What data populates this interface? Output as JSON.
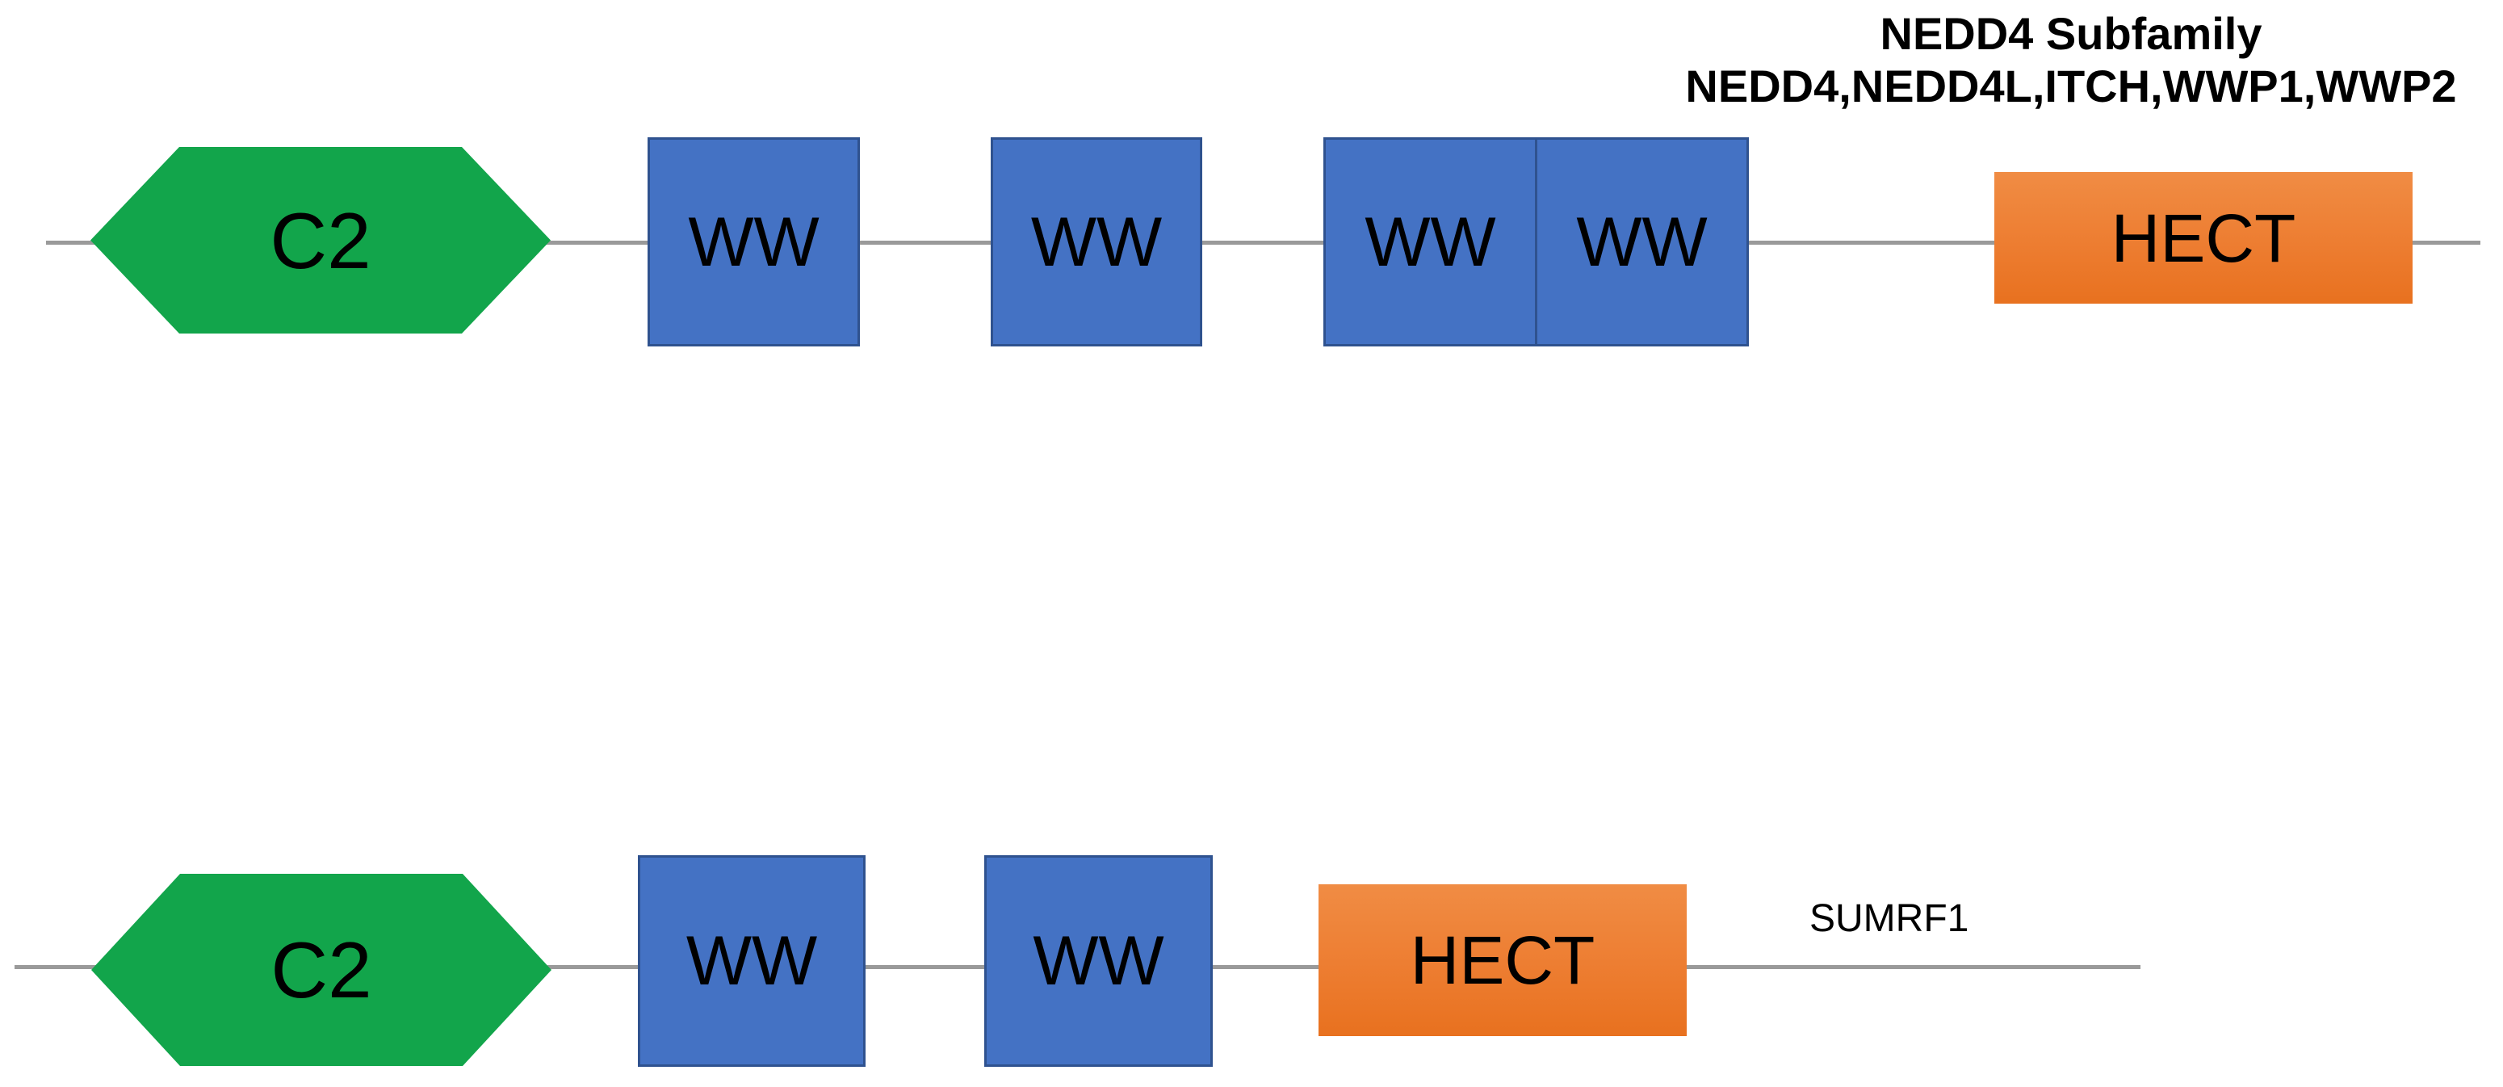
{
  "diagram": {
    "title_block": {
      "subfamily_name": "NEDD4 Subfamily",
      "members": "NEDD4,NEDD4L,ITCH,WWP1,WWP2"
    },
    "rows": [
      {
        "id": "nedd4-subfamily",
        "domains": [
          {
            "name": "C2",
            "label": "C2",
            "shape": "hexagon",
            "color": "#12A54B"
          },
          {
            "name": "WW1",
            "label": "WW",
            "shape": "rectangle",
            "color": "#4472C4"
          },
          {
            "name": "WW2",
            "label": "WW",
            "shape": "rectangle",
            "color": "#4472C4"
          },
          {
            "name": "WW3",
            "label": "WW",
            "shape": "rectangle",
            "color": "#4472C4"
          },
          {
            "name": "WW4",
            "label": "WW",
            "shape": "rectangle",
            "color": "#4472C4"
          },
          {
            "name": "HECT",
            "label": "HECT",
            "shape": "rectangle",
            "color": "#ED7D31"
          }
        ]
      },
      {
        "id": "sumrf1",
        "protein_label": "SUMRF1",
        "domains": [
          {
            "name": "C2",
            "label": "C2",
            "shape": "hexagon",
            "color": "#12A54B"
          },
          {
            "name": "WW1",
            "label": "WW",
            "shape": "rectangle",
            "color": "#4472C4"
          },
          {
            "name": "WW2",
            "label": "WW",
            "shape": "rectangle",
            "color": "#4472C4"
          },
          {
            "name": "HECT",
            "label": "HECT",
            "shape": "rectangle",
            "color": "#ED7D31"
          }
        ]
      }
    ],
    "colors": {
      "c2_green": "#12A54B",
      "ww_blue": "#4472C4",
      "ww_blue_border": "#2F528F",
      "hect_orange": "#ED7D31",
      "backbone_gray": "#9A9A9A",
      "text_black": "#000000",
      "background": "#FFFFFF"
    }
  }
}
